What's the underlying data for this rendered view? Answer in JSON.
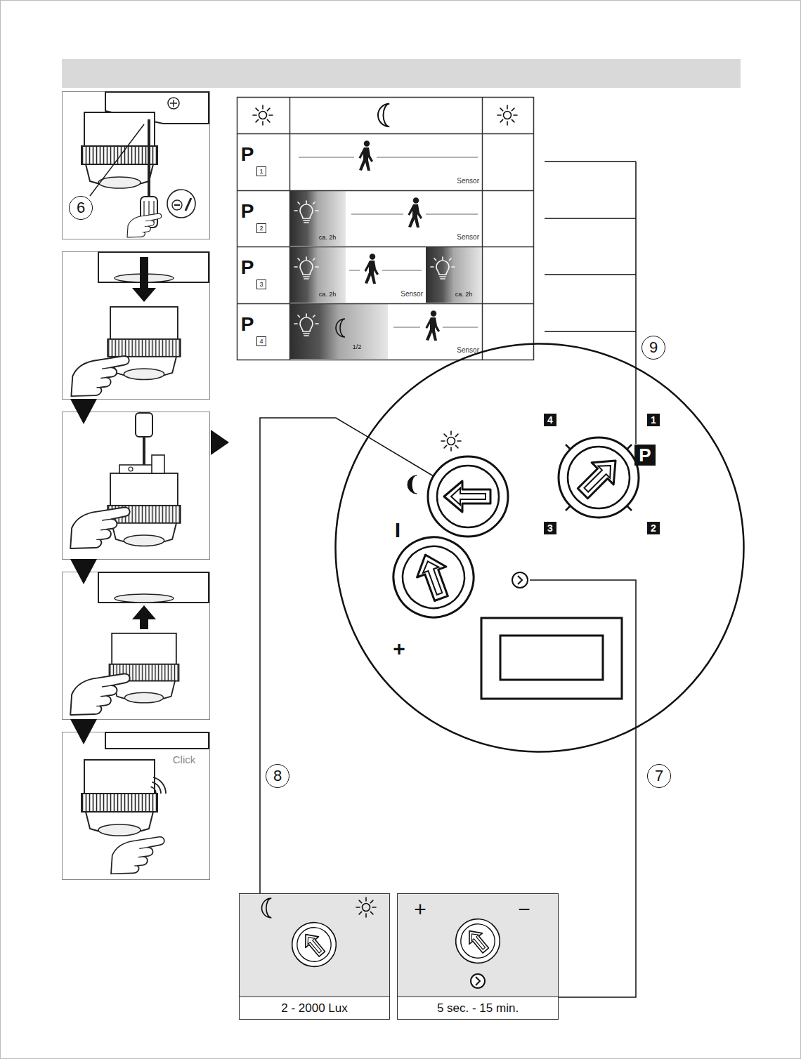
{
  "diagram": {
    "nodes": [
      {
        "text": [
          "4",
          "1",
          "P",
          "3",
          "2",
          "I",
          "+"
        ]
      },
      {
        "text": [
          "2 - 2000 Lux"
        ]
      },
      {
        "text": [
          "+",
          "−",
          "5 sec. - 15 min."
        ]
      }
    ],
    "edges": [
      {
        "from": 0,
        "to": 1,
        "label": "8",
        "arrow": "none"
      },
      {
        "from": 0,
        "to": 2,
        "label": "7",
        "arrow": "none"
      }
    ],
    "labels": [
      "6",
      "Click",
      "P",
      "1",
      "Sensor",
      "P",
      "2",
      "ca. 2h",
      "Sensor",
      "P",
      "3",
      "ca. 2h",
      "Sensor",
      "ca. 2h",
      "P",
      "4",
      "1/2",
      "Sensor",
      "9"
    ]
  }
}
